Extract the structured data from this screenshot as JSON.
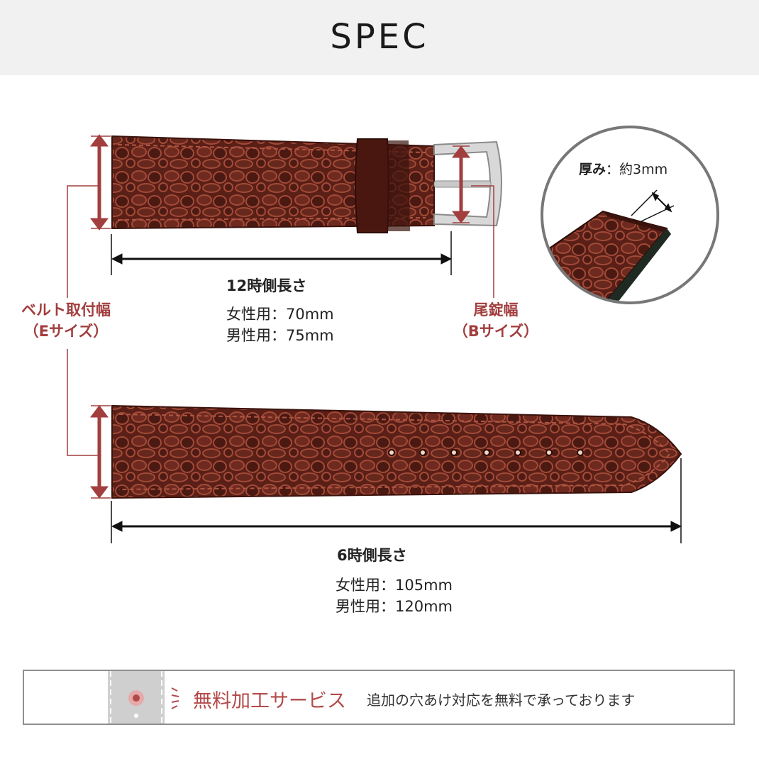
{
  "header": {
    "title": "SPEC"
  },
  "top_strap": {
    "length_title": "12時側長さ",
    "women": "女性用：70mm",
    "men": "男性用：75mm"
  },
  "bottom_strap": {
    "length_title": "6時側長さ",
    "women": "女性用：105mm",
    "men": "男性用：120mm"
  },
  "belt_width": {
    "line1": "ベルト取付幅",
    "line2": "（Eサイズ）"
  },
  "buckle_width": {
    "line1": "尾錠幅",
    "line2": "（Bサイズ）"
  },
  "thickness": {
    "label": "厚み",
    "value": "：約3mm"
  },
  "banner": {
    "title": "無料加工サービス",
    "text": "追加の穴あけ対応を無料で承っております"
  },
  "colors": {
    "accent_red": "#a23e3e",
    "leather": "#5a1f16",
    "header_bg": "#f1f1f1"
  }
}
